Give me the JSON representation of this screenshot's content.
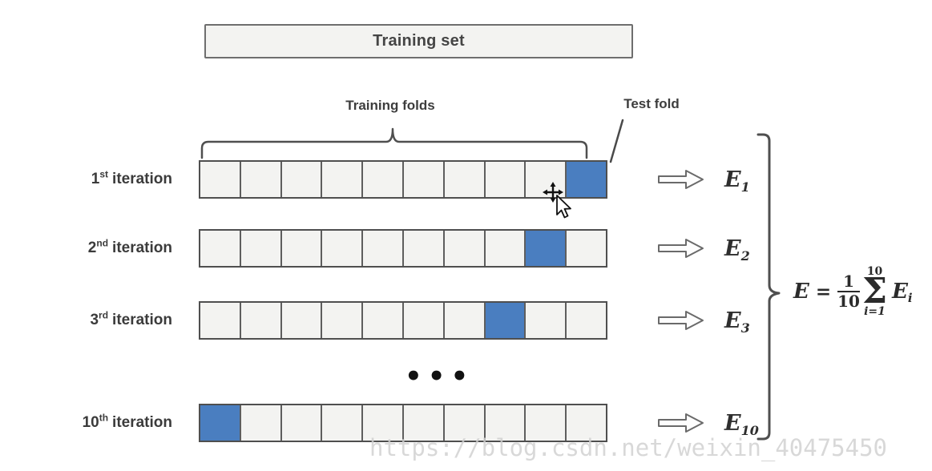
{
  "training_set_label": "Training set",
  "labels": {
    "training_folds": "Training folds",
    "test_fold": "Test fold"
  },
  "rows": [
    {
      "ordinal": "1",
      "suffix": "st",
      "word": "iteration",
      "result_base": "E",
      "result_sub": "1",
      "num_folds": 10,
      "test_fold_index": 9
    },
    {
      "ordinal": "2",
      "suffix": "nd",
      "word": "iteration",
      "result_base": "E",
      "result_sub": "2",
      "num_folds": 10,
      "test_fold_index": 8
    },
    {
      "ordinal": "3",
      "suffix": "rd",
      "word": "iteration",
      "result_base": "E",
      "result_sub": "3",
      "num_folds": 10,
      "test_fold_index": 7
    },
    {
      "ordinal": "10",
      "suffix": "th",
      "word": "iteration",
      "result_base": "E",
      "result_sub": "10",
      "num_folds": 10,
      "test_fold_index": 0
    }
  ],
  "ellipsis": "•••",
  "formula": {
    "lhs": "E",
    "equals": "=",
    "frac_num": "1",
    "frac_den": "10",
    "sum_upper": "10",
    "sum_symbol": "Σ",
    "sum_lower": "i=1",
    "term_base": "E",
    "term_sub": "i"
  },
  "watermark": "https://blog.csdn.net/weixin_40475450",
  "colors": {
    "test_fold_blue": "#4a7ec0",
    "cell_fill": "#f3f3f1",
    "border_gray": "#555555",
    "label_text": "#3b3b3b",
    "watermark_gray": "#d0d0d0"
  }
}
